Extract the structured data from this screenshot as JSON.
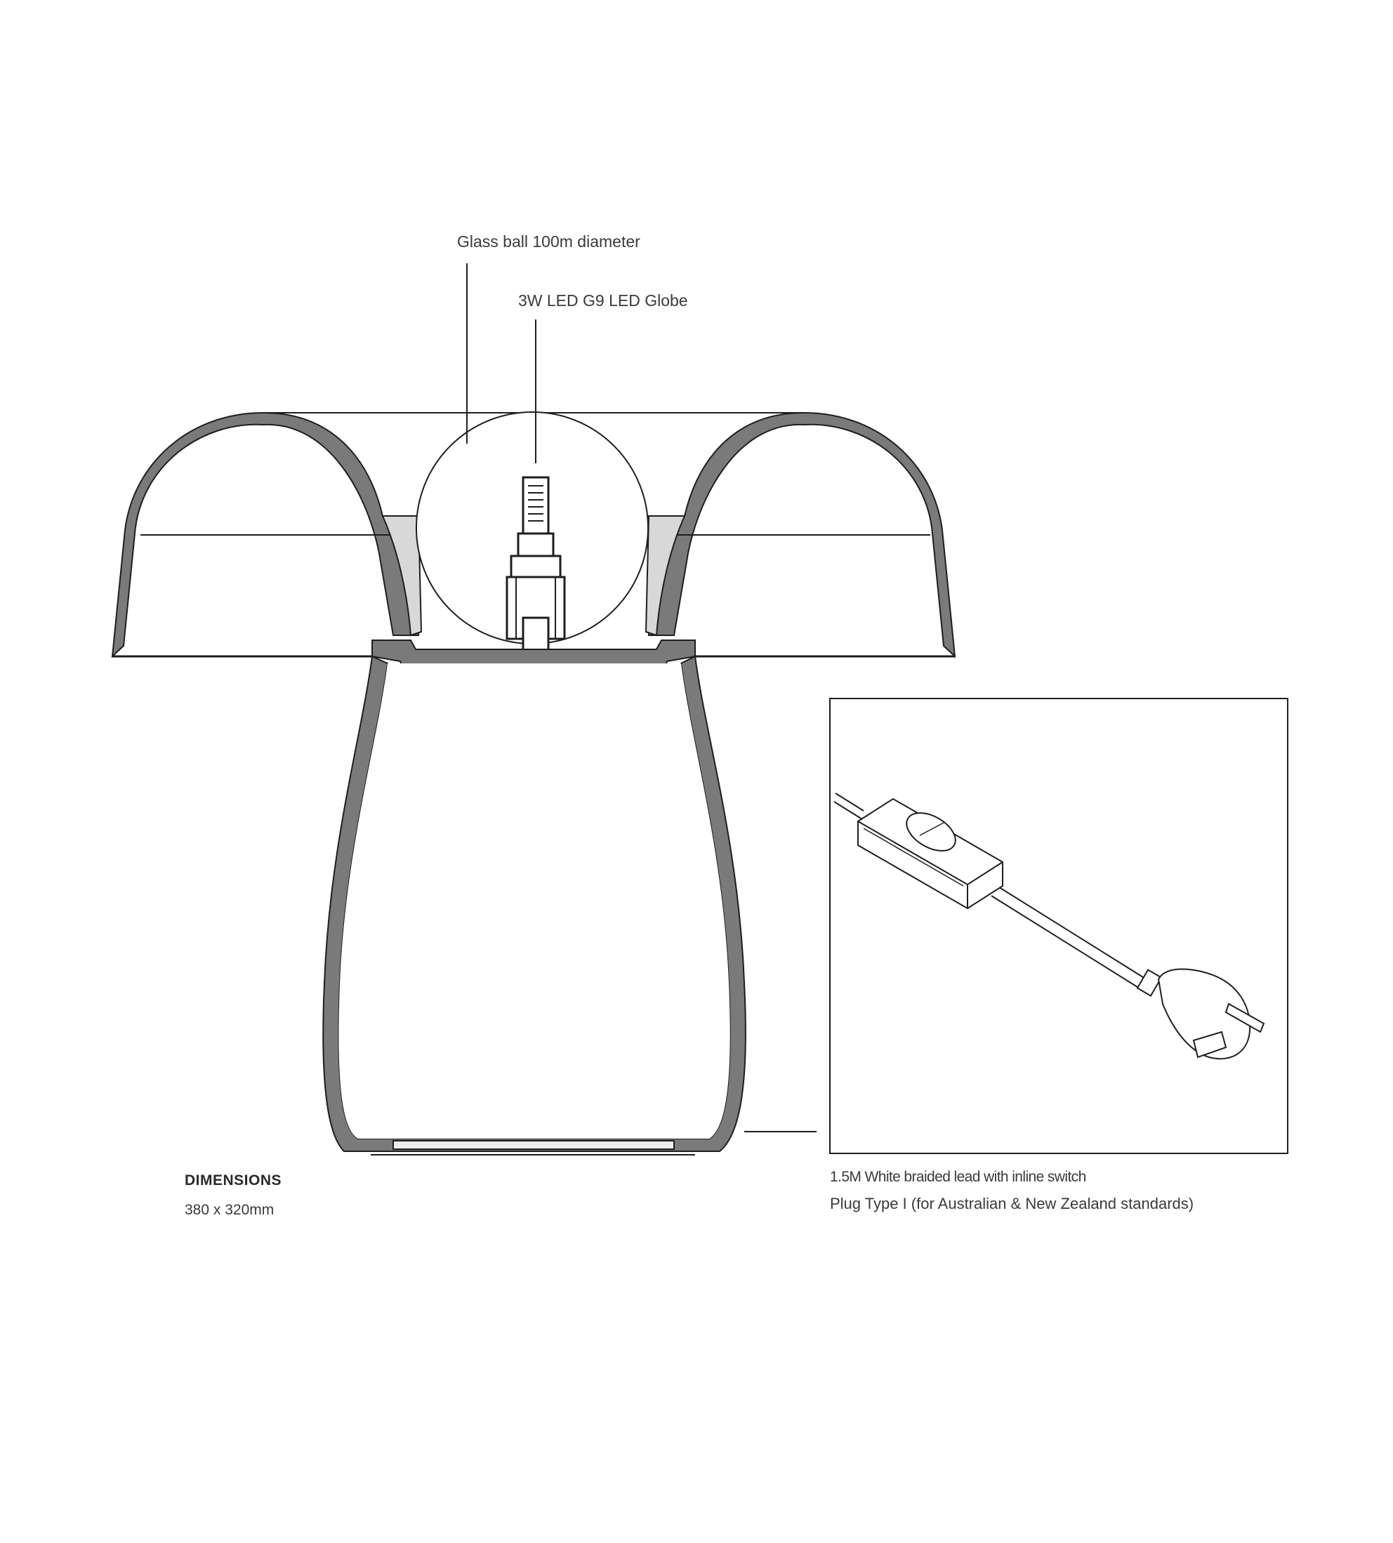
{
  "callouts": {
    "glass_ball": "Glass ball 100m diameter",
    "led_globe": "3W LED G9 LED Globe",
    "lead": "1.5M White braided lead with inline switch",
    "plug": "Plug Type I (for Australian & New Zealand standards)"
  },
  "dimensions": {
    "heading": "DIMENSIONS",
    "value": "380 x 320mm"
  },
  "colors": {
    "line": "#1e1e1e",
    "shade_fill": "#7a7a7a",
    "text": "#3a3a3a"
  }
}
